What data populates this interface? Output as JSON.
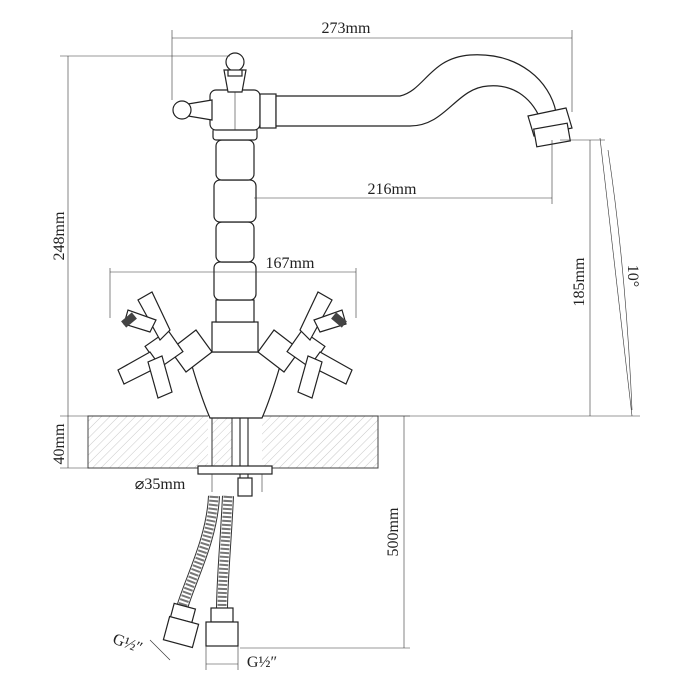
{
  "drawing": {
    "dimensions": {
      "width_total": "273mm",
      "spout_reach": "216mm",
      "handle_span": "167mm",
      "total_height": "248mm",
      "spout_height": "185mm",
      "spout_angle": "10°",
      "deck_thickness": "40mm",
      "hole_diameter": "⌀35mm",
      "hose_length": "500mm",
      "thread_left": "G½″",
      "thread_right": "G½″"
    },
    "colors": {
      "line": "#222222",
      "hatch": "#bbbbbb"
    }
  }
}
